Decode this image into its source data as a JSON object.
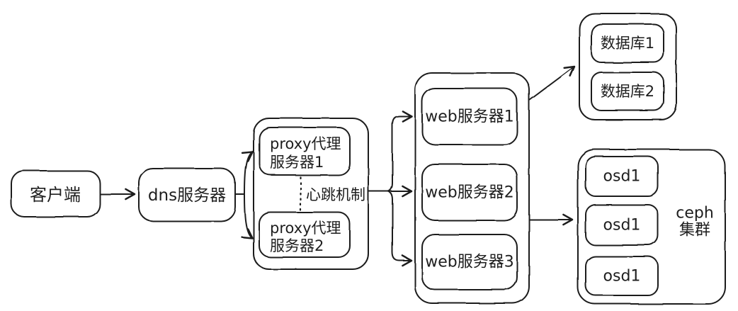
{
  "diagram": {
    "background": "#ffffff",
    "stroke_color": "#1e1e1e",
    "style": "hand-drawn flowchart",
    "nodes": {
      "client": {
        "label": "客户端"
      },
      "dns": {
        "label": "dns服务器"
      },
      "proxy1": {
        "line1": "proxy代理",
        "line2": "服务器1"
      },
      "proxy2": {
        "line1": "proxy代理",
        "line2": "服务器2"
      },
      "web1": {
        "label": "web服务器1"
      },
      "web2": {
        "label": "web服务器2"
      },
      "web3": {
        "label": "web服务器3"
      },
      "db1": {
        "label": "数据库1"
      },
      "db2": {
        "label": "数据库2"
      },
      "osd_top": {
        "label": "osd1"
      },
      "osd_middle": {
        "label": "osd1"
      },
      "osd_bottom": {
        "label": "osd1"
      },
      "ceph_cluster": {
        "line1": "ceph",
        "line2": "集群"
      }
    },
    "annotations": {
      "heartbeat": {
        "label": "心跳机制"
      }
    },
    "edges": [
      {
        "from": "client",
        "to": "dns",
        "style": "arrow"
      },
      {
        "from": "dns",
        "to": "proxy1",
        "style": "arrow"
      },
      {
        "from": "dns",
        "to": "proxy2",
        "style": "arrow"
      },
      {
        "from": "proxy1",
        "to": "proxy2",
        "style": "dotted",
        "label": "心跳机制"
      },
      {
        "from": "proxy_group",
        "to": "web1",
        "style": "arrow"
      },
      {
        "from": "proxy_group",
        "to": "web2",
        "style": "arrow"
      },
      {
        "from": "proxy_group",
        "to": "web3",
        "style": "arrow"
      },
      {
        "from": "web_group",
        "to": "database_group",
        "style": "arrow"
      },
      {
        "from": "web_group",
        "to": "ceph_group",
        "style": "arrow"
      }
    ]
  }
}
